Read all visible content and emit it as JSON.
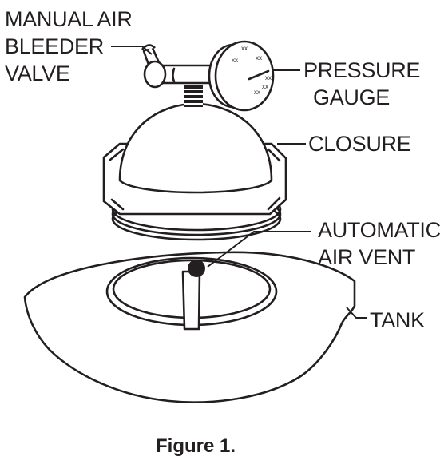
{
  "labels": {
    "manual_air_bleeder_valve": [
      "MANUAL AIR",
      "BLEEDER",
      "VALVE"
    ],
    "pressure_gauge": [
      "PRESSURE",
      "GAUGE"
    ],
    "closure": "CLOSURE",
    "automatic_air_vent": [
      "AUTOMATIC",
      "AIR VENT"
    ],
    "tank": "TANK"
  },
  "gauge_marks": [
    "xx",
    "xx",
    "xx",
    "xx",
    "xx",
    "xx"
  ],
  "caption": "Figure 1."
}
